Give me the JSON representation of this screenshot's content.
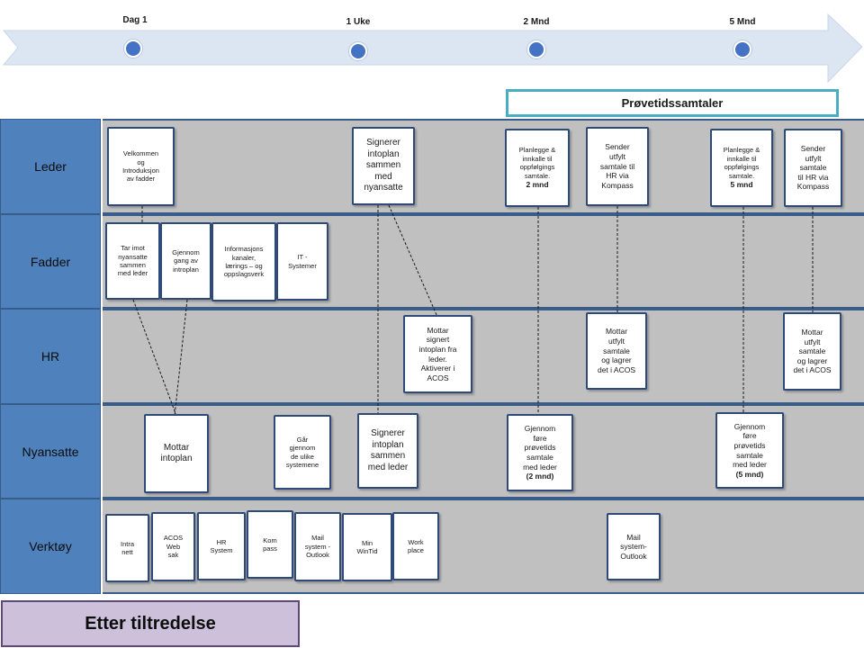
{
  "timeline": {
    "milestones": [
      {
        "label": "Dag 1"
      },
      {
        "label": "1 Uke"
      },
      {
        "label": "2 Mnd"
      },
      {
        "label": "5 Mnd"
      }
    ]
  },
  "provetid_header": "Prøvetidssamtaler",
  "lanes": {
    "leder": "Leder",
    "fadder": "Fadder",
    "hr": "HR",
    "nyansatte": "Nyansatte",
    "verktoy": "Verktøy"
  },
  "cards": {
    "leder_velkommen": [
      "Velkommen",
      "og",
      "Introduksjon",
      "av fadder"
    ],
    "leder_signerer": [
      "Signerer",
      "intoplan",
      "sammen",
      "med",
      "nyansatte"
    ],
    "leder_planlegge_2": {
      "lines": [
        "Planlegge  &",
        "innkalle til",
        "oppfølgings",
        "samtale."
      ],
      "bold": "2 mnd"
    },
    "leder_sender_1": [
      "Sender",
      "utfylt",
      "samtale til",
      "HR via",
      "Kompass"
    ],
    "leder_planlegge_5": {
      "lines": [
        "Planlegge  &",
        "innkalle til",
        "oppfølgings",
        "samtale."
      ],
      "bold": "5 mnd"
    },
    "leder_sender_2": [
      "Sender",
      "utfylt",
      "samtale",
      "til HR via",
      "Kompass"
    ],
    "fadder_tar_imot": [
      "Tar imot",
      "nyansatte",
      "sammen",
      "med leder"
    ],
    "fadder_gjennom": [
      "Gjennom",
      "gang av",
      "introplan"
    ],
    "fadder_info": [
      "Informasjons",
      "kanaler,",
      "lærings – og",
      "oppslagsverk"
    ],
    "fadder_it": [
      "IT -",
      "Systemer"
    ],
    "hr_mottar_signert": [
      "Mottar",
      "signert",
      "intoplan fra",
      "leder.",
      "Aktiverer i",
      "ACOS"
    ],
    "hr_mottar_1": [
      "Mottar",
      "utfylt",
      "samtale",
      "og lagrer",
      "det i ACOS"
    ],
    "hr_mottar_2": [
      "Mottar",
      "utfylt",
      "samtale",
      "og lagrer",
      "det i ACOS"
    ],
    "ny_mottar": [
      "Mottar",
      "intoplan"
    ],
    "ny_gar": [
      "Går",
      "gjennom",
      "de ulike",
      "systemene"
    ],
    "ny_signerer": [
      "Signerer",
      "intoplan",
      "sammen",
      "med leder"
    ],
    "ny_gjennomfore_2": {
      "lines": [
        "Gjennom",
        "føre",
        "prøvetids",
        "samtale",
        "med leder"
      ],
      "bold": "(2 mnd)"
    },
    "ny_gjennomfore_5": {
      "lines": [
        "Gjennom",
        "føre",
        "prøvetids",
        "samtale",
        "med leder"
      ],
      "bold": "(5 mnd)"
    },
    "verktoy_intranett": [
      "Intra",
      "nett"
    ],
    "verktoy_acos": [
      "ACOS",
      "Web",
      "sak"
    ],
    "verktoy_hr": [
      "HR",
      "System"
    ],
    "verktoy_kompass": [
      "Kom",
      "pass"
    ],
    "verktoy_mail": [
      "Mail",
      "system -",
      "Outlook"
    ],
    "verktoy_min": [
      "Min",
      "WinTid"
    ],
    "verktoy_work": [
      "Work",
      "place"
    ],
    "verktoy_mail_2": [
      "Mail",
      "system-",
      "Outlook"
    ]
  },
  "footer": "Etter tiltredelse",
  "colors": {
    "lane_label": "#4f81bd",
    "lane_body": "#c0c0c0",
    "arrow": "#dce6f2",
    "milestone_dot": "#4472c4",
    "prov_border": "#4bacc6",
    "footer_bg": "#ccc0da"
  }
}
